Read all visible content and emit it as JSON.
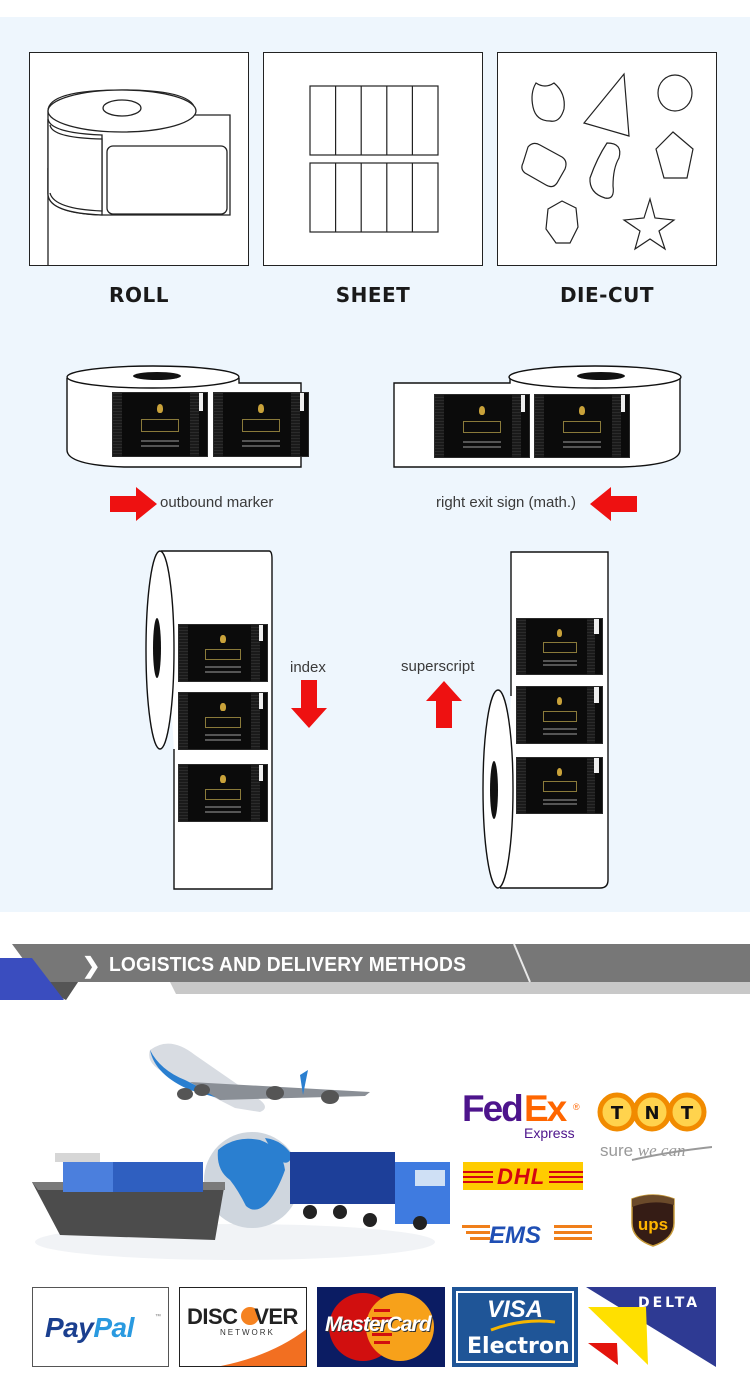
{
  "label_types": [
    {
      "name": "ROLL",
      "icon": "roll-icon"
    },
    {
      "name": "SHEET",
      "icon": "sheet-icon"
    },
    {
      "name": "DIE-CUT",
      "icon": "die-cut-shapes-icon"
    }
  ],
  "unwind_directions": [
    {
      "label": "outbound marker",
      "arrow": "right"
    },
    {
      "label": "right exit sign (math.)",
      "arrow": "left"
    },
    {
      "label": "index",
      "arrow": "down"
    },
    {
      "label": "superscript",
      "arrow": "up"
    }
  ],
  "colors": {
    "panel_bg": "#eef6fd",
    "arrow_red": "#ee1111",
    "banner_gray": "#777777",
    "banner_blue": "#3a4dbf",
    "banner_light": "#c8c8c8"
  },
  "logistics": {
    "section_title": "LOGISTICS AND DELIVERY METHODS",
    "illustration": "airplane-globe-ship-truck-illustration",
    "carriers": [
      {
        "name": "FedEx",
        "sub": "Express"
      },
      {
        "name": "TNT",
        "sub": "sure we can"
      },
      {
        "name": "DHL"
      },
      {
        "name": "UPS"
      },
      {
        "name": "EMS"
      }
    ]
  },
  "payments": [
    {
      "name": "PayPal",
      "tm": "™"
    },
    {
      "name": "DISCOVER",
      "sub": "NETWORK"
    },
    {
      "name": "MasterCard"
    },
    {
      "name": "VISA",
      "sub": "Electron"
    },
    {
      "name": "DELTA"
    }
  ]
}
